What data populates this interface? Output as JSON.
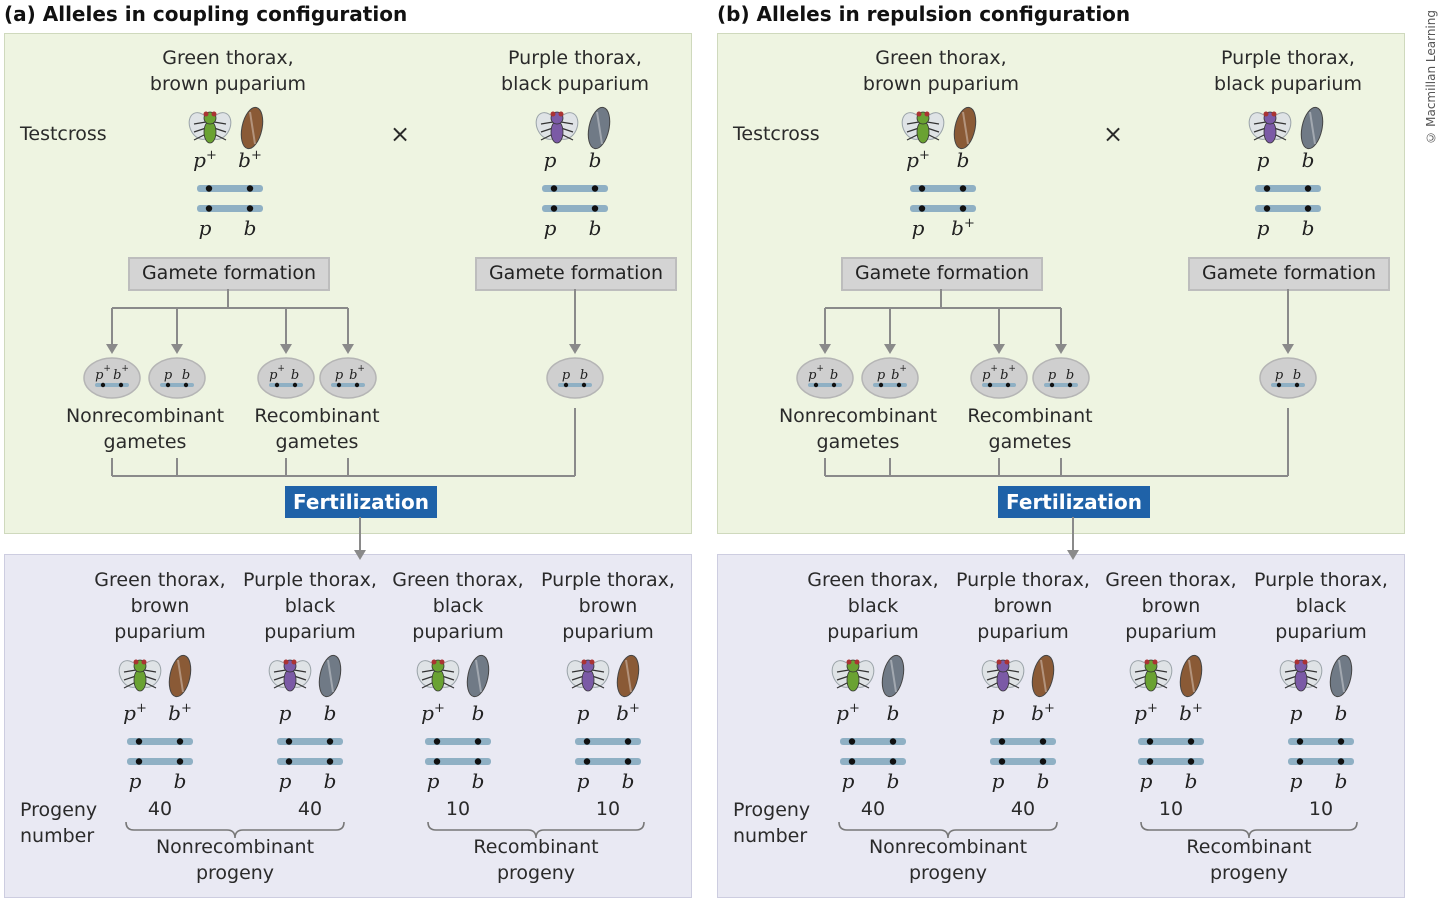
{
  "copyright": "© Macmillan Learning",
  "cross_symbol": "×",
  "panels": [
    {
      "title": "(a)  Alleles in coupling configuration",
      "testcross": "Testcross",
      "parent1": {
        "line1": "Green thorax,",
        "line2": "brown puparium",
        "top": [
          "p+",
          "b+"
        ],
        "bottom": [
          "p",
          "b"
        ]
      },
      "parent2": {
        "line1": "Purple thorax,",
        "line2": "black puparium",
        "top": [
          "p",
          "b"
        ],
        "bottom": [
          "p",
          "b"
        ]
      },
      "gamete_formation": "Gamete formation",
      "gametes": [
        [
          "p+",
          "b+"
        ],
        [
          "p",
          "b"
        ],
        [
          "p+",
          "b"
        ],
        [
          "p",
          "b+"
        ]
      ],
      "gamete_tester": [
        "p",
        "b"
      ],
      "nonrecombinant_gametes": [
        "Nonrecombinant",
        "gametes"
      ],
      "recombinant_gametes": [
        "Recombinant",
        "gametes"
      ],
      "fertilization": "Fertilization",
      "progeny": [
        {
          "l1": "Green thorax,",
          "l2": "brown",
          "l3": "puparium",
          "top": [
            "p+",
            "b+"
          ],
          "bottom": [
            "p",
            "b"
          ],
          "count": "40"
        },
        {
          "l1": "Purple thorax,",
          "l2": "black",
          "l3": "puparium",
          "top": [
            "p",
            "b"
          ],
          "bottom": [
            "p",
            "b"
          ],
          "count": "40"
        },
        {
          "l1": "Green thorax,",
          "l2": "black",
          "l3": "puparium",
          "top": [
            "p+",
            "b"
          ],
          "bottom": [
            "p",
            "b"
          ],
          "count": "10"
        },
        {
          "l1": "Purple thorax,",
          "l2": "brown",
          "l3": "puparium",
          "top": [
            "p",
            "b+"
          ],
          "bottom": [
            "p",
            "b"
          ],
          "count": "10"
        }
      ],
      "progeny_number": [
        "Progeny",
        "number"
      ],
      "nonrecombinant_progeny": [
        "Nonrecombinant",
        "progeny"
      ],
      "recombinant_progeny": [
        "Recombinant",
        "progeny"
      ]
    },
    {
      "title": "(b)  Alleles in repulsion configuration",
      "testcross": "Testcross",
      "parent1": {
        "line1": "Green thorax,",
        "line2": "brown puparium",
        "top": [
          "p+",
          "b"
        ],
        "bottom": [
          "p",
          "b+"
        ]
      },
      "parent2": {
        "line1": "Purple thorax,",
        "line2": "black puparium",
        "top": [
          "p",
          "b"
        ],
        "bottom": [
          "p",
          "b"
        ]
      },
      "gamete_formation": "Gamete formation",
      "gametes": [
        [
          "p+",
          "b"
        ],
        [
          "p",
          "b+"
        ],
        [
          "p+",
          "b+"
        ],
        [
          "p",
          "b"
        ]
      ],
      "gamete_tester": [
        "p",
        "b"
      ],
      "nonrecombinant_gametes": [
        "Nonrecombinant",
        "gametes"
      ],
      "recombinant_gametes": [
        "Recombinant",
        "gametes"
      ],
      "fertilization": "Fertilization",
      "progeny": [
        {
          "l1": "Green thorax,",
          "l2": "black",
          "l3": "puparium",
          "top": [
            "p+",
            "b"
          ],
          "bottom": [
            "p",
            "b"
          ],
          "count": "40"
        },
        {
          "l1": "Purple thorax,",
          "l2": "brown",
          "l3": "puparium",
          "top": [
            "p",
            "b+"
          ],
          "bottom": [
            "p",
            "b"
          ],
          "count": "40"
        },
        {
          "l1": "Green thorax,",
          "l2": "brown",
          "l3": "puparium",
          "top": [
            "p+",
            "b+"
          ],
          "bottom": [
            "p",
            "b"
          ],
          "count": "10"
        },
        {
          "l1": "Purple thorax,",
          "l2": "black",
          "l3": "puparium",
          "top": [
            "p",
            "b"
          ],
          "bottom": [
            "p",
            "b"
          ],
          "count": "10"
        }
      ],
      "progeny_number": [
        "Progeny",
        "number"
      ],
      "nonrecombinant_progeny": [
        "Nonrecombinant",
        "progeny"
      ],
      "recombinant_progeny": [
        "Recombinant",
        "progeny"
      ]
    }
  ],
  "colors": {
    "green_fly": "#6aa232",
    "purple_fly": "#7b5aa6",
    "brown_puparium": "#8a5a36",
    "black_puparium": "#707a86",
    "chromosome": "#8fb0c4",
    "fertilization_bg": "#1f62a8"
  }
}
